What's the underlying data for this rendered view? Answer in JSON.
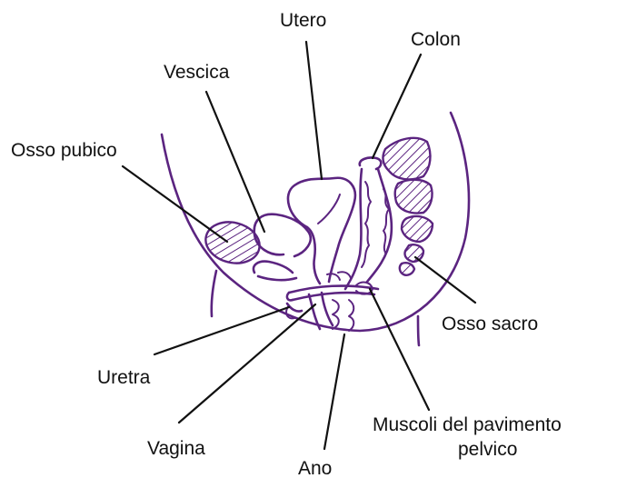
{
  "colors": {
    "outline": "#5b2480",
    "text": "#111111",
    "background": "#ffffff"
  },
  "labels": {
    "utero": "Utero",
    "colon": "Colon",
    "vescica": "Vescica",
    "osso_pubico": "Osso pubico",
    "osso_sacro": "Osso sacro",
    "uretra": "Uretra",
    "vagina": "Vagina",
    "ano": "Ano",
    "muscoli_line1": "Muscoli del pavimento",
    "muscoli_line2": "pelvico"
  }
}
